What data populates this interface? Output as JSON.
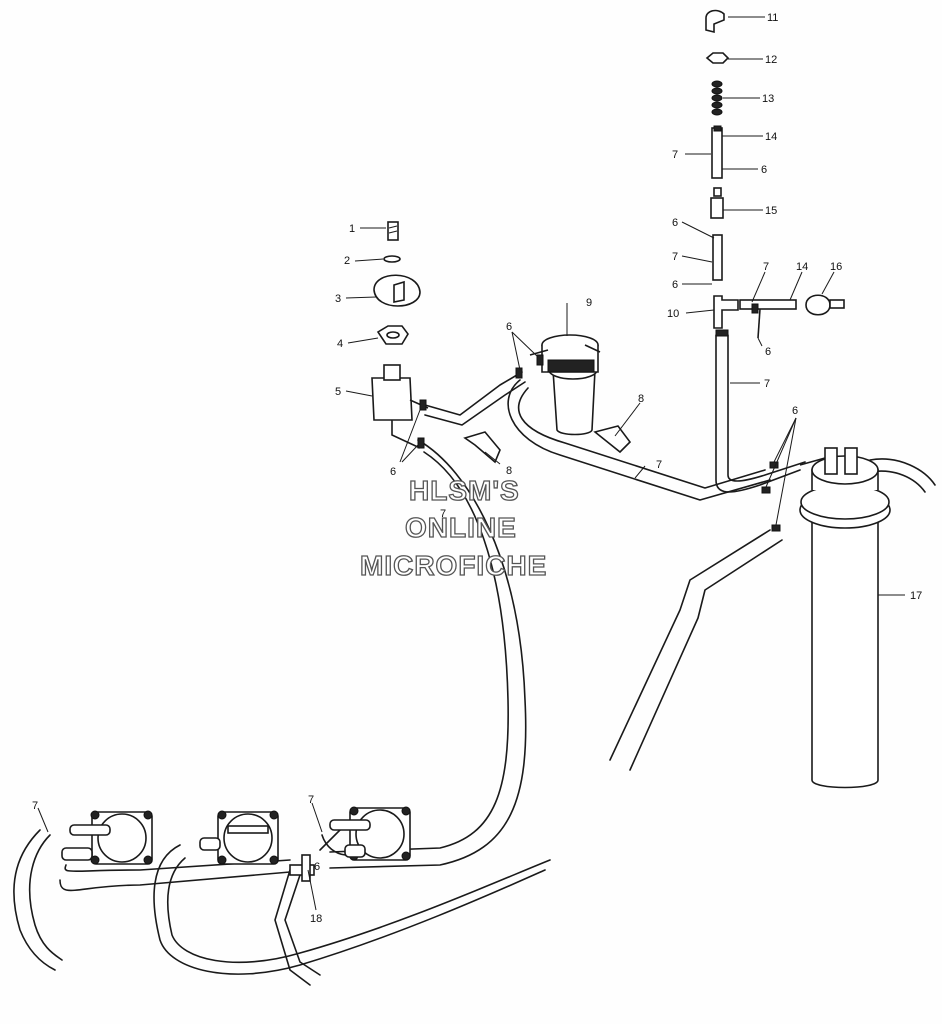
{
  "watermark": {
    "line1": "HLSM'S",
    "line2": "ONLINE",
    "line3": "MICROFICHE"
  },
  "callouts": [
    "1",
    "2",
    "3",
    "4",
    "5",
    "6",
    "6",
    "7",
    "8",
    "8",
    "9",
    "10",
    "11",
    "12",
    "13",
    "14",
    "7",
    "6",
    "15",
    "6",
    "7",
    "6",
    "7",
    "14",
    "16",
    "6",
    "7",
    "6",
    "17",
    "7",
    "7",
    "18",
    "6",
    "7"
  ]
}
